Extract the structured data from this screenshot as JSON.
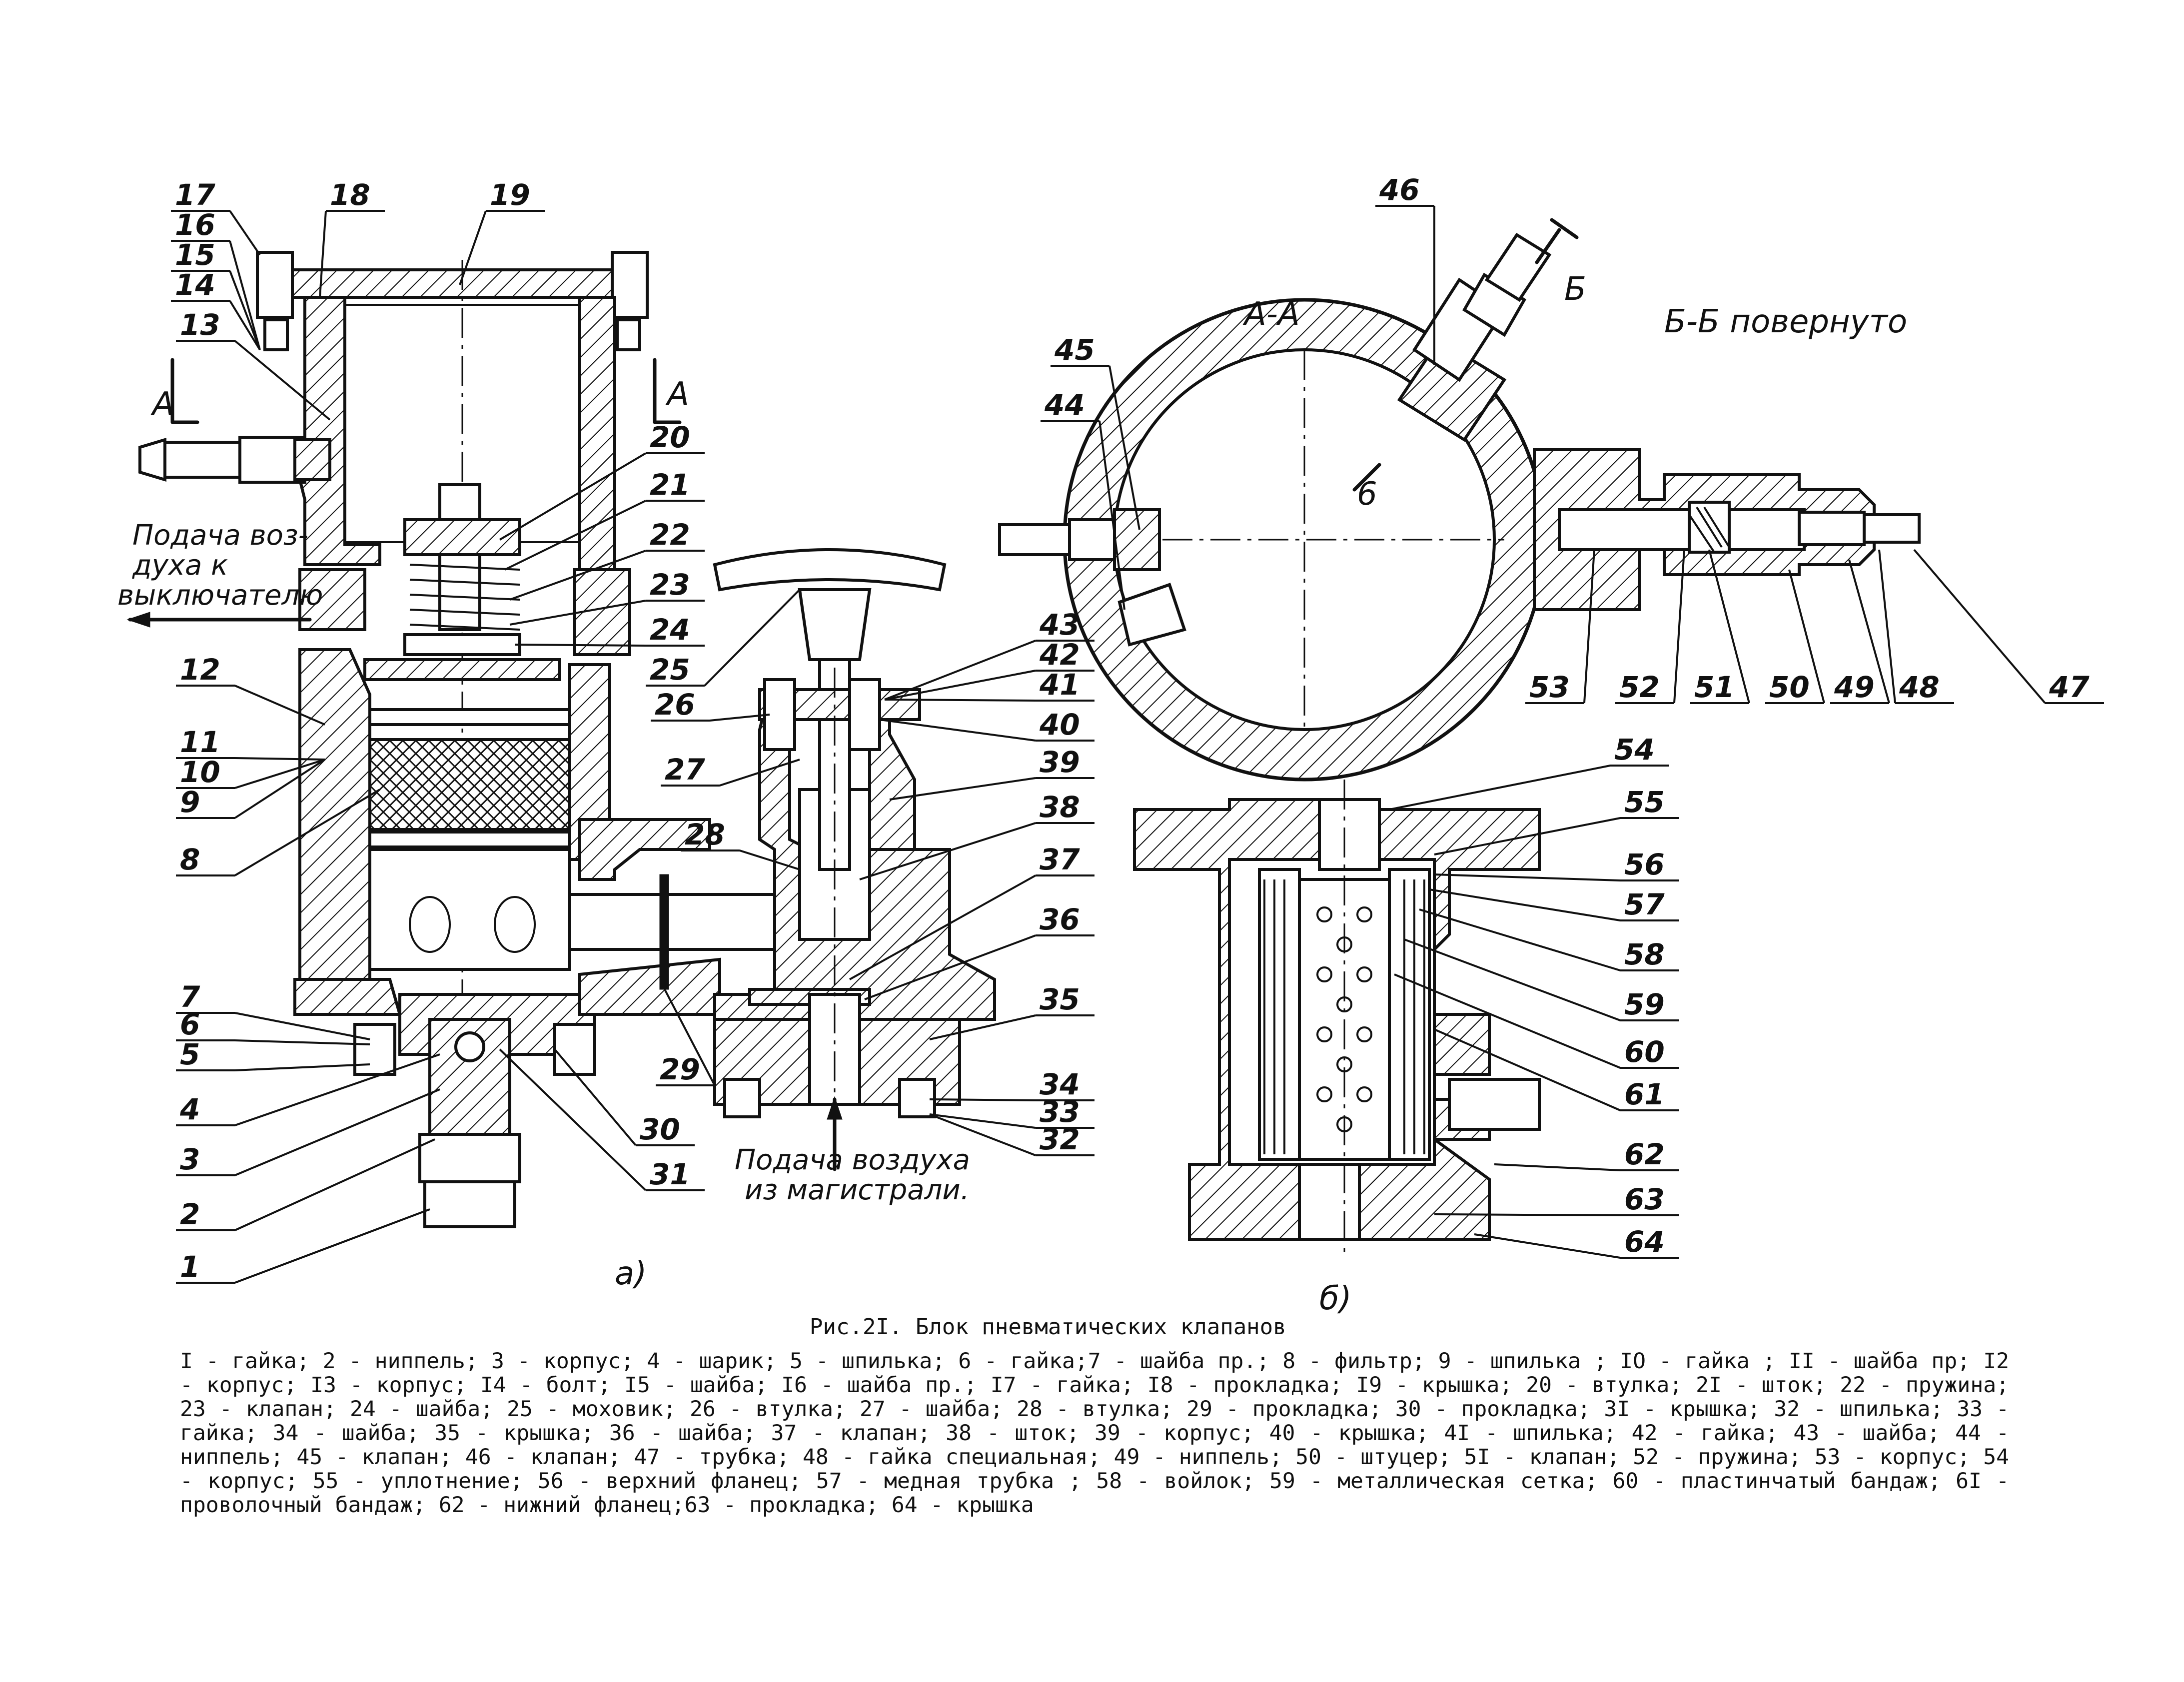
{
  "callouts_a": [
    "1",
    "2",
    "3",
    "4",
    "5",
    "6",
    "7",
    "8",
    "9",
    "10",
    "11",
    "12",
    "13",
    "14",
    "15",
    "16",
    "17",
    "18",
    "19",
    "20",
    "21",
    "22",
    "23",
    "24",
    "25",
    "26",
    "27",
    "28",
    "29",
    "30",
    "31",
    "32",
    "33",
    "34",
    "35",
    "36",
    "37",
    "38",
    "39",
    "40",
    "41",
    "42",
    "43"
  ],
  "callouts_aa": [
    "44",
    "45",
    "46"
  ],
  "callouts_bb": [
    "47",
    "48",
    "49",
    "50",
    "51",
    "52",
    "53"
  ],
  "callouts_b": [
    "54",
    "55",
    "56",
    "57",
    "58",
    "59",
    "60",
    "61",
    "62",
    "63",
    "64"
  ],
  "annotations": {
    "air_to_switch": [
      "Подача воз-",
      "духа к",
      "выключателю"
    ],
    "air_from_main": [
      "Подача воздуха",
      "из магистрали."
    ],
    "section_aa": "А-А",
    "section_bb": "Б-Б повернуто",
    "mark_a": "А",
    "mark_b": "Б",
    "dim_6": "6",
    "view_a": "а)",
    "view_b": "б)"
  },
  "caption": "Рис.2I. Блок пневматических клапанов",
  "legend": "I - гайка; 2 - ниппель; 3 - корпус; 4 - шарик; 5 - шпилька; 6 - гайка;7 - шайба пр.; 8 - фильтр; 9 - шпилька ; IO - гайка ; II - шайба пр; I2 - корпус; I3 - корпус; I4 - болт; I5 - шайба; I6 - шайба пр.; I7 - гайка; I8 - прокладка; I9 - крышка; 20 - втулка; 2I - шток; 22 - пружина; 23 - клапан; 24 - шайба; 25 - моховик; 26 - втулка; 27 - шайба; 28 - втулка; 29 - прокладка; 30 - прокладка; 3I - крышка; 32 - шпилька; 33 - гайка; 34 - шайба; 35 - крышка; 36 - шайба; 37 - клапан; 38 - шток; 39 - корпус; 40 - крышка; 4I - шпилька; 42 - гайка; 43 - шайба; 44 - ниппель; 45 - клапан; 46 - клапан; 47 - трубка; 48 - гайка специальная; 49 - ниппель; 50 - штуцер; 5I - клапан; 52 - пружина; 53 - корпус; 54 - корпус; 55 - уплотнение; 56 - верхний фланец; 57 - медная трубка ; 58 - войлок; 59 - металлическая сетка; 60 - пластинчатый бандаж; 6I - проволочный бандаж; 62 - нижний фланец;63 - прокладка; 64 - крышка"
}
